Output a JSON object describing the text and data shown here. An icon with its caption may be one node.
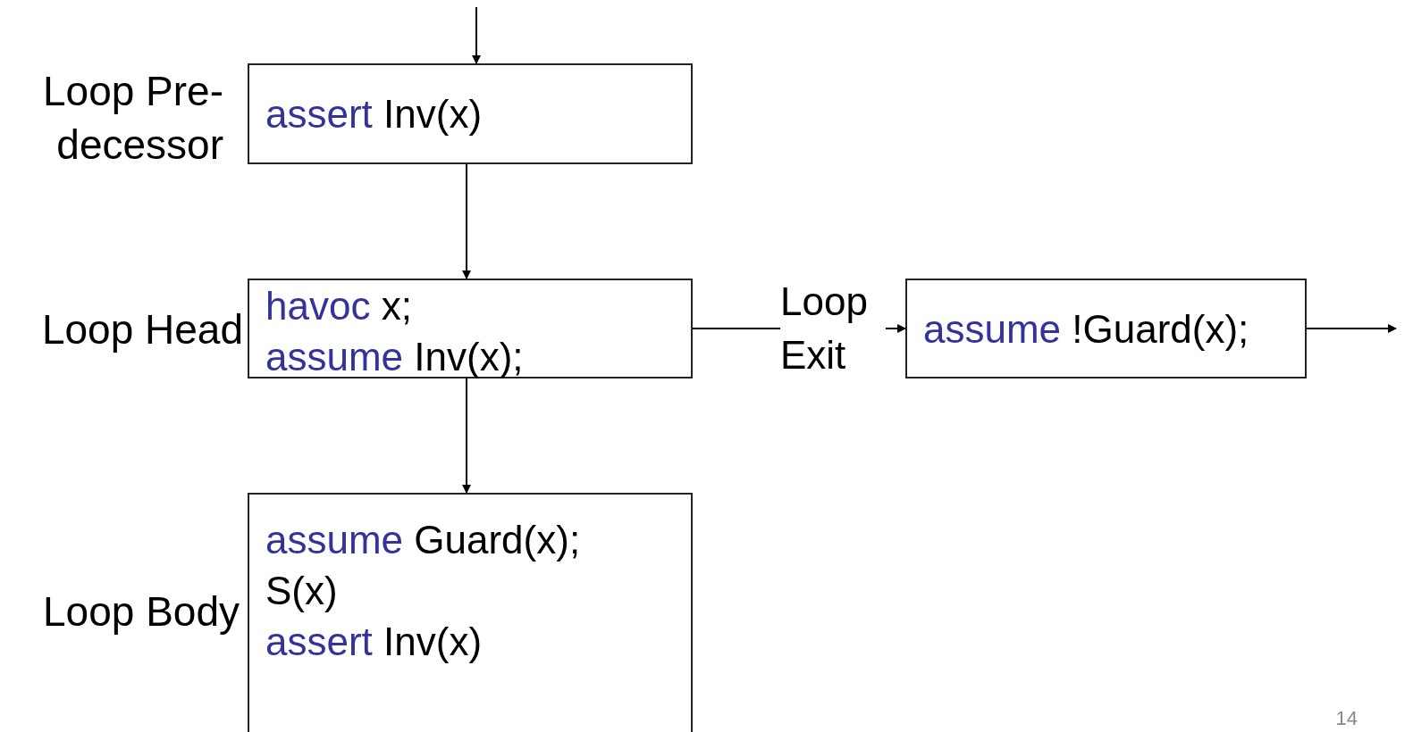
{
  "diagram": {
    "nodes": [
      {
        "text": [
          "assert Inv(x)"
        ],
        "beside": [
          "Loop Pre- decessor"
        ]
      },
      {
        "text": [
          "havoc x;",
          "assume Inv(x);"
        ],
        "beside": [
          "Loop Head"
        ]
      },
      {
        "text": [
          "assume Guard(x);",
          "S(x)",
          "assert Inv(x)"
        ],
        "beside": [
          "Loop Body"
        ]
      },
      {
        "text": [
          "assume !Guard(x);"
        ]
      }
    ],
    "edges": [
      {
        "from": null,
        "to": 0,
        "arrow": "to"
      },
      {
        "from": 0,
        "to": 1,
        "arrow": "to"
      },
      {
        "from": 1,
        "to": 2,
        "arrow": "to"
      },
      {
        "from": 1,
        "to": 3,
        "arrow": "to",
        "label": "Loop Exit"
      },
      {
        "from": 3,
        "to": null,
        "arrow": "to"
      }
    ],
    "labels": [
      "14"
    ]
  }
}
